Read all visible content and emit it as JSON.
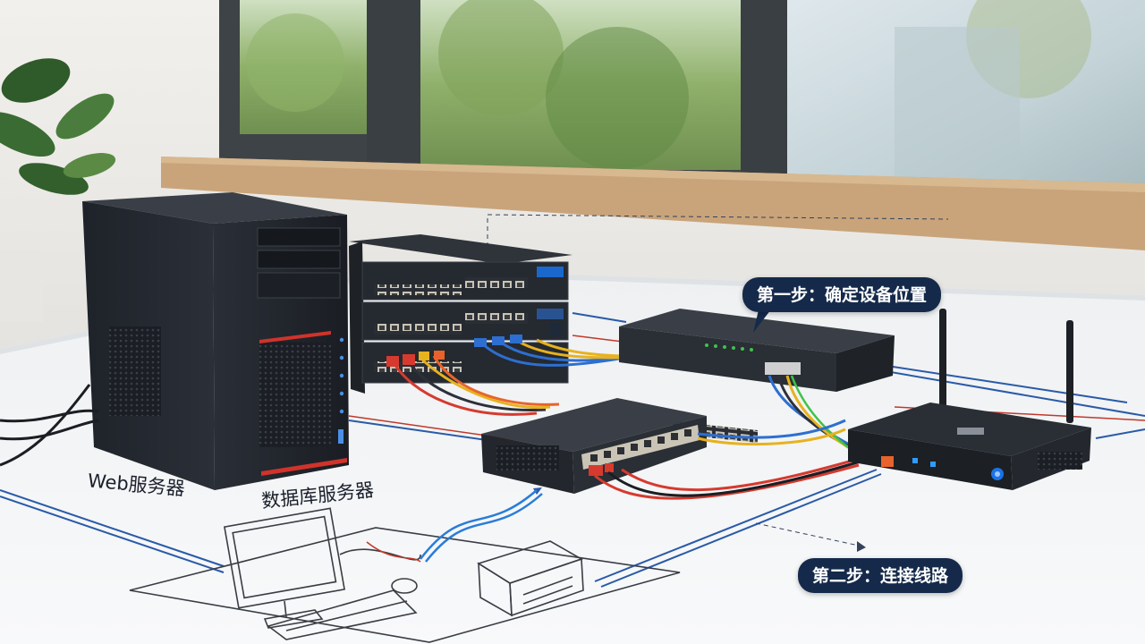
{
  "labels": {
    "web_server": "Web服务器",
    "db_server": "数据库服务器",
    "step1": "第一步：确定设备位置",
    "step2": "第二步：连接线路"
  },
  "colors": {
    "callout_bg": "#152a4a",
    "callout_text": "#ffffff",
    "diagram_line_blue": "#2a5aa8",
    "cable_red": "#d63a2f",
    "cable_blue": "#2d6fd0",
    "cable_yellow": "#e7b21f",
    "accent_orange": "#e8632b"
  },
  "icons": [
    "plant-icon",
    "tower-server-icon",
    "rack-switch-icon",
    "network-switch-icon",
    "router-icon",
    "monitor-sketch-icon",
    "server-box-sketch-icon"
  ]
}
